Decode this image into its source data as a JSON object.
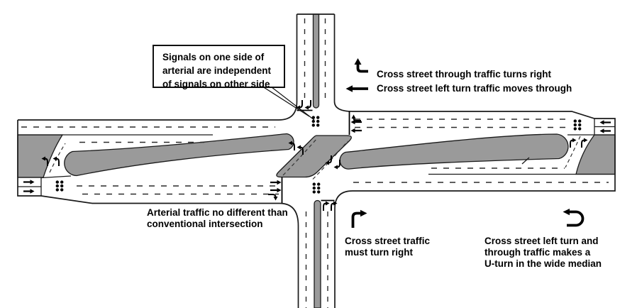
{
  "callout": {
    "text": "Signals on one side of\narterial are independent\nof signals on other side"
  },
  "legend": {
    "items": [
      {
        "icon": "through-turns-right-arrow-icon",
        "label": "Cross street through traffic turns right"
      },
      {
        "icon": "left-arrow-icon",
        "label": "Cross street left turn traffic moves through"
      }
    ]
  },
  "annotations": {
    "arterial": "Arterial traffic no different than\nconventional intersection",
    "cross_right_turn": "Cross street traffic\nmust turn right",
    "u_turn": "Cross street left turn and\nthrough traffic makes a\nU-turn in the wide median"
  },
  "colors": {
    "median_gray": "#9a9a9a",
    "line_black": "#1a1a1a",
    "background": "#ffffff"
  }
}
